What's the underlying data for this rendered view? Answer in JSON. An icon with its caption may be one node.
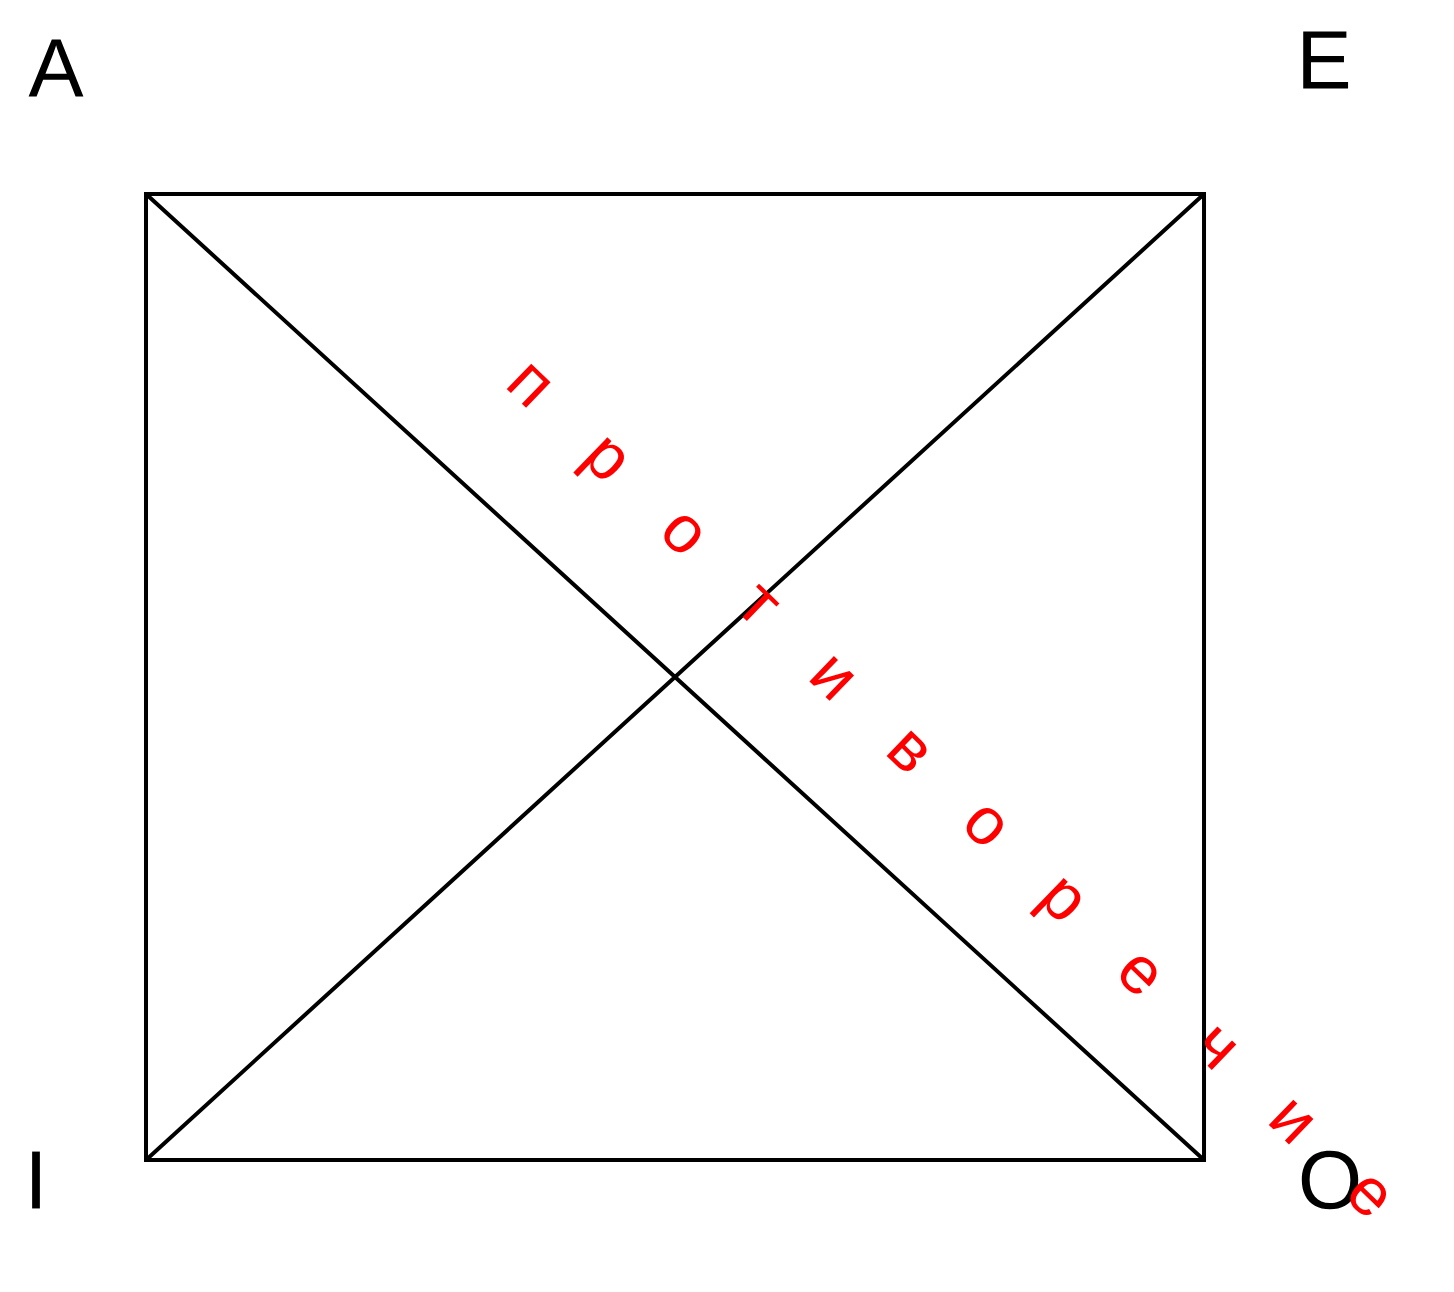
{
  "diagram": {
    "labels": [
      "A",
      "E",
      "I",
      "O",
      "п р о т и в о р е ч и е"
    ]
  }
}
